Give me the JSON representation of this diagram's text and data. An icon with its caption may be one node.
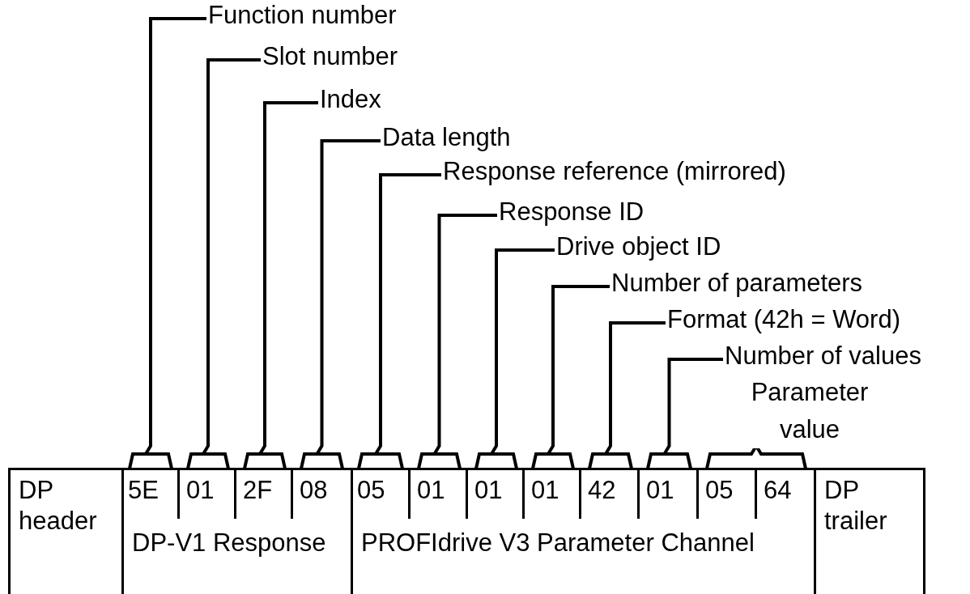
{
  "diagram": {
    "nodes": [
      {
        "text": [
          "Function number"
        ]
      },
      {
        "text": [
          "Slot number"
        ]
      },
      {
        "text": [
          "Index"
        ]
      },
      {
        "text": [
          "Data length"
        ]
      },
      {
        "text": [
          "Response reference (mirrored)"
        ]
      },
      {
        "text": [
          "Response ID"
        ]
      },
      {
        "text": [
          "Drive object ID"
        ]
      },
      {
        "text": [
          "Number of parameters"
        ]
      },
      {
        "text": [
          "Format (42h = Word)"
        ]
      },
      {
        "text": [
          "Number of values"
        ]
      },
      {
        "text": [
          "Parameter value"
        ]
      },
      {
        "text": [
          "DP header"
        ]
      },
      {
        "text": [
          "DP-V1 Response"
        ]
      },
      {
        "text": [
          "5E"
        ],
        "in": 12
      },
      {
        "text": [
          "01"
        ],
        "in": 12
      },
      {
        "text": [
          "2F"
        ],
        "in": 12
      },
      {
        "text": [
          "08"
        ],
        "in": 12
      },
      {
        "text": [
          "PROFIdrive V3 Parameter Channel"
        ]
      },
      {
        "text": [
          "05"
        ],
        "in": 17
      },
      {
        "text": [
          "01"
        ],
        "in": 17
      },
      {
        "text": [
          "01"
        ],
        "in": 17
      },
      {
        "text": [
          "01"
        ],
        "in": 17
      },
      {
        "text": [
          "42"
        ],
        "in": 17
      },
      {
        "text": [
          "01"
        ],
        "in": 17
      },
      {
        "text": [
          "05"
        ],
        "in": 17
      },
      {
        "text": [
          "64"
        ],
        "in": 17
      },
      {
        "text": [
          "DP trailer"
        ]
      }
    ],
    "edges": [
      {
        "from": 0,
        "to": 13,
        "arrow": "none"
      },
      {
        "from": 1,
        "to": 14,
        "arrow": "none"
      },
      {
        "from": 2,
        "to": 15,
        "arrow": "none"
      },
      {
        "from": 3,
        "to": 16,
        "arrow": "none"
      },
      {
        "from": 4,
        "to": 18,
        "arrow": "none"
      },
      {
        "from": 5,
        "to": 19,
        "arrow": "none"
      },
      {
        "from": 6,
        "to": 20,
        "arrow": "none"
      },
      {
        "from": 7,
        "to": 21,
        "arrow": "none"
      },
      {
        "from": 8,
        "to": 22,
        "arrow": "none"
      },
      {
        "from": 9,
        "to": 23,
        "arrow": "none"
      },
      {
        "from": 10,
        "to": 24,
        "arrow": "none"
      },
      {
        "from": 10,
        "to": 25,
        "arrow": "none"
      }
    ]
  }
}
